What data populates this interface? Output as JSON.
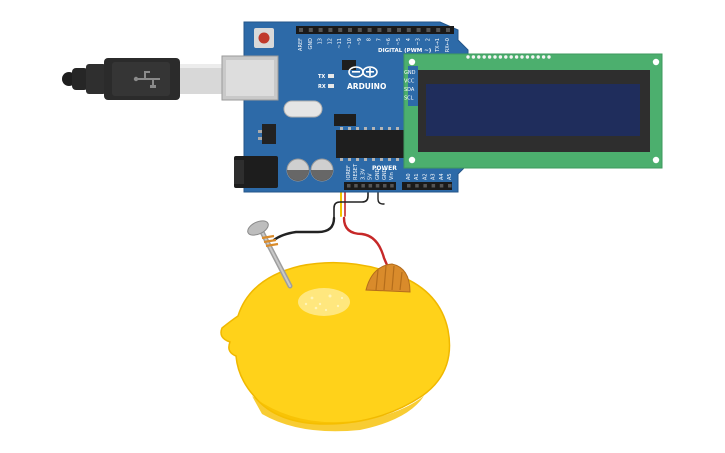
{
  "arduino": {
    "brand": "ARDUINO",
    "digital_header": "DIGITAL (PWM ~)",
    "power_header": "POWER",
    "tx_label": "TX",
    "rx_label": "RX",
    "top_pins": [
      "AREF",
      "GND",
      "13",
      "12",
      "~11",
      "~10",
      "~9",
      "8",
      "7",
      "~6",
      "~5",
      "4",
      "~3",
      "2",
      "TX→1",
      "RX←0"
    ],
    "power_pins": [
      "IOREF",
      "RESET",
      "3.3V",
      "5V",
      "GND",
      "GND",
      "Vin"
    ],
    "analog_pins": [
      "A0",
      "A1",
      "A2",
      "A3",
      "A4",
      "A5"
    ]
  },
  "lcd": {
    "pins": [
      "GND",
      "VCC",
      "SDA",
      "SCL"
    ]
  },
  "colors": {
    "board": "#2d6aa8",
    "lcd_pcb": "#4caf6e",
    "lcd_screen": "#1f2d5c",
    "lemon": "#ffd21a",
    "wire_black": "#222222",
    "wire_red": "#c62828",
    "wire_yellow": "#f2c500",
    "wire_orange": "#f28c1a",
    "usb_cable": "#2b2b2b"
  },
  "icons": [
    "usb-cable-icon",
    "arduino-logo-icon",
    "nail-electrode-icon",
    "copper-coin-electrode-icon",
    "lemon-icon"
  ]
}
